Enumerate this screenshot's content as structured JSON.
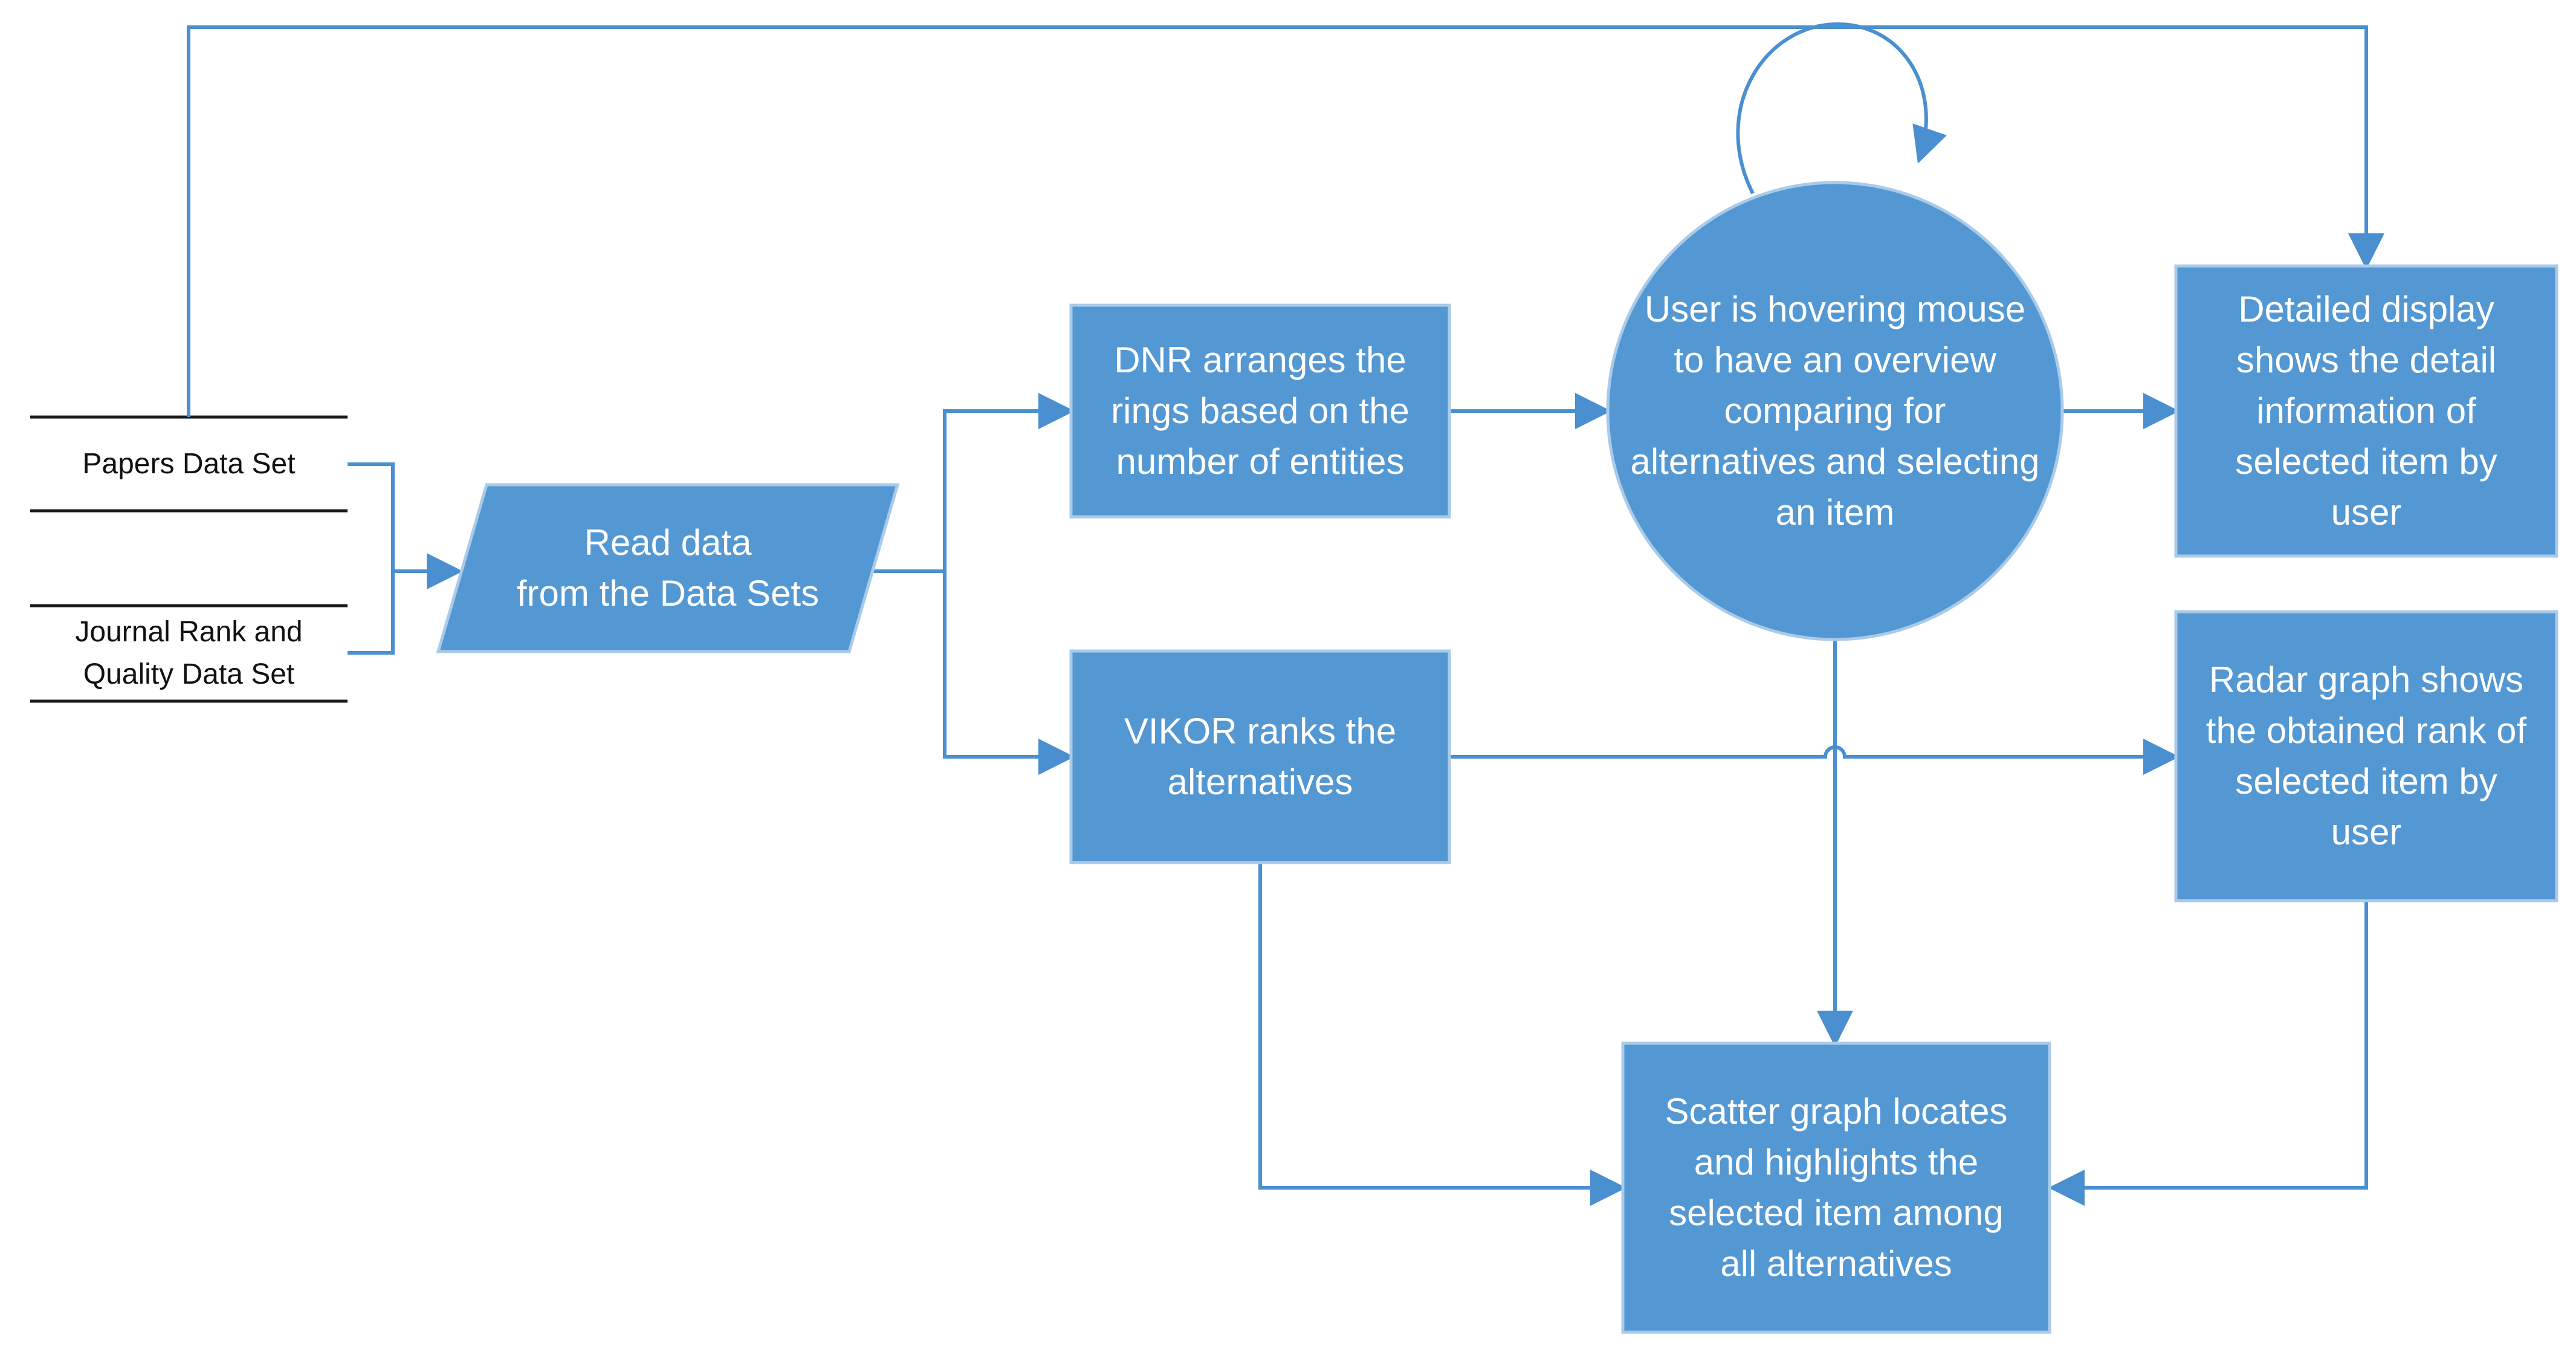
{
  "colors": {
    "box_fill": "#5397d3",
    "box_stroke": "#a9cbe9",
    "arrow": "#4a8fd0",
    "store_line": "#1a1a1a",
    "text_on_box": "#ffffff",
    "text_plain": "#111111"
  },
  "data_stores": {
    "papers": "Papers Data Set",
    "journal": "Journal Rank and\nQuality Data Set"
  },
  "nodes": {
    "read": "Read data\nfrom the Data Sets",
    "dnr": "DNR arranges the\nrings based on the\nnumber of entities",
    "vikor": "VIKOR ranks the\nalternatives",
    "user": "User is hovering mouse\nto have an overview\ncomparing for\nalternatives and selecting\nan item",
    "detail": "Detailed display\nshows the detail\ninformation of\nselected item by\nuser",
    "radar": "Radar graph shows\nthe obtained rank of\nselected item by\nuser",
    "scatter": "Scatter graph locates\nand highlights the\nselected item among\nall alternatives"
  }
}
